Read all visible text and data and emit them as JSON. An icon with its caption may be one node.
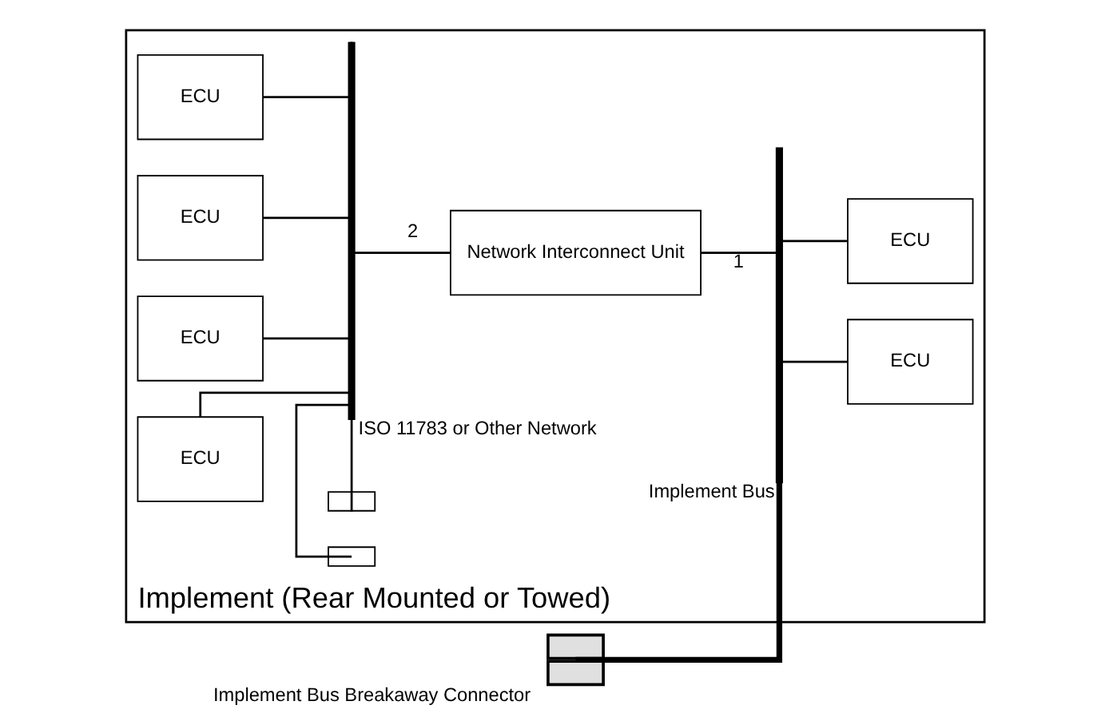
{
  "diagram": {
    "nodes": [
      {
        "text": [
          "Implement (Rear Mounted or Towed)"
        ]
      },
      {
        "text": [],
        "shape": "box",
        "beside": [
          "Implement Bus Breakaway Connector"
        ]
      },
      {
        "text": [],
        "shape": "bar",
        "in": 0,
        "beside": [
          "Implement Bus"
        ]
      },
      {
        "text": [],
        "shape": "box",
        "in": 0
      },
      {
        "text": [],
        "shape": "bar",
        "in": 0,
        "beside": [
          "ISO 11783 or Other Network"
        ]
      },
      {
        "text": [],
        "shape": "box",
        "in": 0
      },
      {
        "text": [
          "ECU"
        ],
        "in": 0
      },
      {
        "text": [
          "ECU"
        ],
        "in": 0
      },
      {
        "text": [
          "ECU"
        ],
        "in": 0
      },
      {
        "text": [
          "ECU"
        ],
        "in": 0
      },
      {
        "text": [
          "Network Interconnect Unit"
        ],
        "in": 0
      },
      {
        "text": [
          "ECU"
        ],
        "in": 0
      },
      {
        "text": [
          "ECU"
        ],
        "in": 0
      }
    ],
    "edges": [
      {
        "from": 1,
        "to": 2,
        "arrow": "none",
        "style": "thick"
      },
      {
        "from": 3,
        "to": 4,
        "arrow": "none"
      },
      {
        "from": 5,
        "to": 4,
        "arrow": "none"
      },
      {
        "from": 6,
        "to": 4,
        "arrow": "none"
      },
      {
        "from": 7,
        "to": 4,
        "arrow": "none"
      },
      {
        "from": 8,
        "to": 4,
        "arrow": "none"
      },
      {
        "from": 9,
        "to": 4,
        "arrow": "none"
      },
      {
        "from": 4,
        "to": 10,
        "arrow": "none",
        "label": "2"
      },
      {
        "from": 10,
        "to": 2,
        "arrow": "none",
        "label": "1"
      },
      {
        "from": 2,
        "to": 11,
        "arrow": "none"
      },
      {
        "from": 2,
        "to": 12,
        "arrow": "none"
      }
    ]
  }
}
